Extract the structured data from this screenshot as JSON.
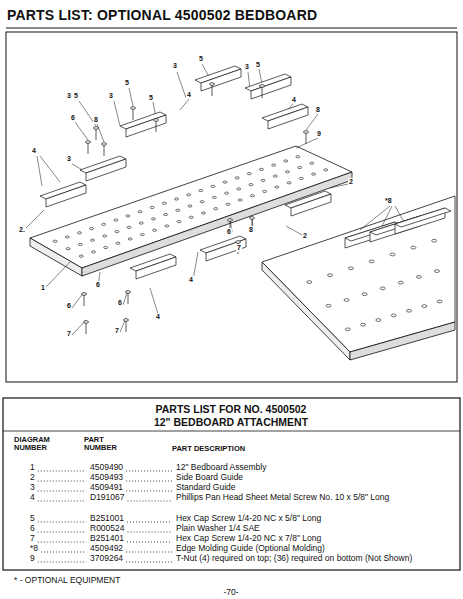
{
  "diagram": {
    "title": "PARTS LIST: OPTIONAL 4500502 BEDBOARD",
    "labels": [
      "5",
      "5",
      "3",
      "3",
      "5",
      "5",
      "5",
      "3",
      "4",
      "6",
      "8",
      "3",
      "4",
      "2.",
      "9",
      "4",
      "8",
      "2",
      "2",
      "1",
      "6",
      "7",
      "6",
      "6",
      "7",
      "4",
      "6",
      "8",
      "7",
      "4",
      "*8",
      "3",
      "PARTS LIST FOR NO. 4500502",
      "12\" BEDBOARD ATTACHMENT",
      "DIAGRAM NUMBER",
      "PART NUMBER",
      "PART DESCRIPTION",
      "1",
      "4509490",
      "12\" Bedboard Assembly",
      "2",
      "4509493",
      "Side Board Guide",
      "3",
      "4509491",
      "Standard Guide",
      "4",
      "D191067",
      "Phillips Pan Head Sheet Metal Screw No. 10 x 5/8\" Long",
      "5",
      "B251001",
      "Hex Cap Screw 1/4-20 NC x 5/8\" Long",
      "6",
      "R000524",
      "Plain Washer 1/4 SAE",
      "7",
      "B251401",
      "Hex Cap Screw 1/4-20 NC x 7/8\" Long",
      "*8",
      "4509492",
      "Edge Molding Guide (Optional Molding)",
      "9",
      "3709264",
      "T-Nut (4) required on top; (36) required on bottom (Not Shown)",
      "* - OPTIONAL EQUIPMENT",
      "-70-"
    ]
  }
}
